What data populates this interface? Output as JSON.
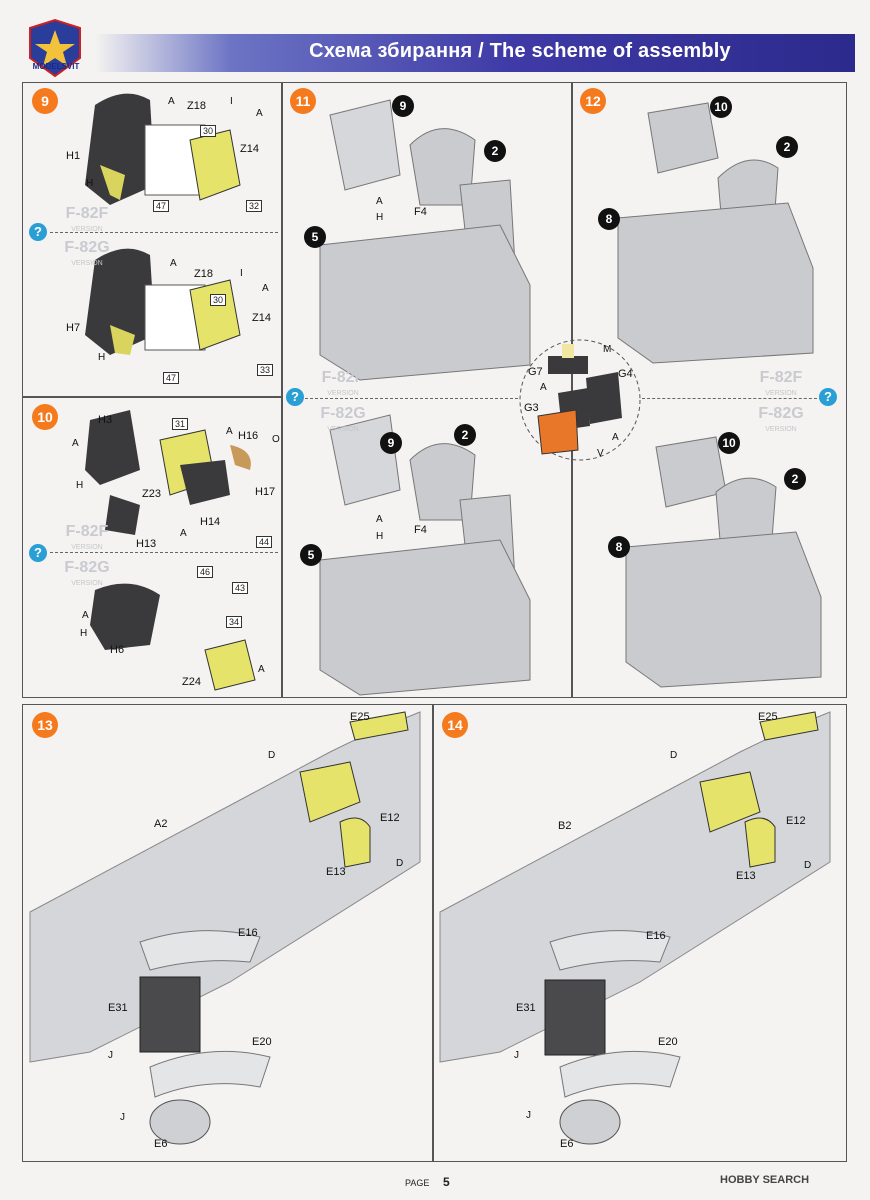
{
  "header": {
    "title": "Схема збирання / The scheme of assembly",
    "logo_text": "MODELSVIT"
  },
  "steps": {
    "s9": {
      "number": "9",
      "labels": [
        "H1",
        "Z18",
        "Z14",
        "H7"
      ],
      "boxes": [
        "30",
        "32",
        "47",
        "33"
      ]
    },
    "s10": {
      "number": "10",
      "labels": [
        "H3",
        "H16",
        "H17",
        "Z23",
        "H14",
        "H13",
        "H6",
        "Z24"
      ],
      "boxes": [
        "31",
        "44",
        "46",
        "43",
        "34"
      ]
    },
    "s11": {
      "number": "11",
      "parts": [
        "9",
        "2",
        "5"
      ],
      "labels": [
        "F4"
      ]
    },
    "s12": {
      "number": "12",
      "parts": [
        "10",
        "2",
        "8"
      ]
    },
    "s13": {
      "number": "13",
      "labels": [
        "E25",
        "A2",
        "E12",
        "E13",
        "E16",
        "E31",
        "E20",
        "E6"
      ]
    },
    "s14": {
      "number": "14",
      "labels": [
        "E25",
        "B2",
        "E12",
        "E13",
        "E16",
        "E31",
        "E20",
        "E6"
      ]
    }
  },
  "detail": {
    "labels": [
      "G7",
      "G4",
      "G3"
    ]
  },
  "paints": {
    "A": "A",
    "I": "I",
    "H": "H",
    "O": "O",
    "M": "M",
    "V": "V",
    "D": "D",
    "J": "J"
  },
  "versions": {
    "f": "F-82F",
    "g": "F-82G",
    "sub": "VERSION",
    "q": "?"
  },
  "footer": {
    "page_label": "PAGE",
    "page_number": "5",
    "watermark": "HOBBY SEARCH"
  },
  "colors": {
    "badge": "#f47a1d",
    "part_yellow": "#e5e36a",
    "part_gray": "#c9cbcf",
    "part_dark": "#3a3a3c",
    "accent_blue": "#2a9fd6",
    "orange_part": "#e8772a"
  }
}
